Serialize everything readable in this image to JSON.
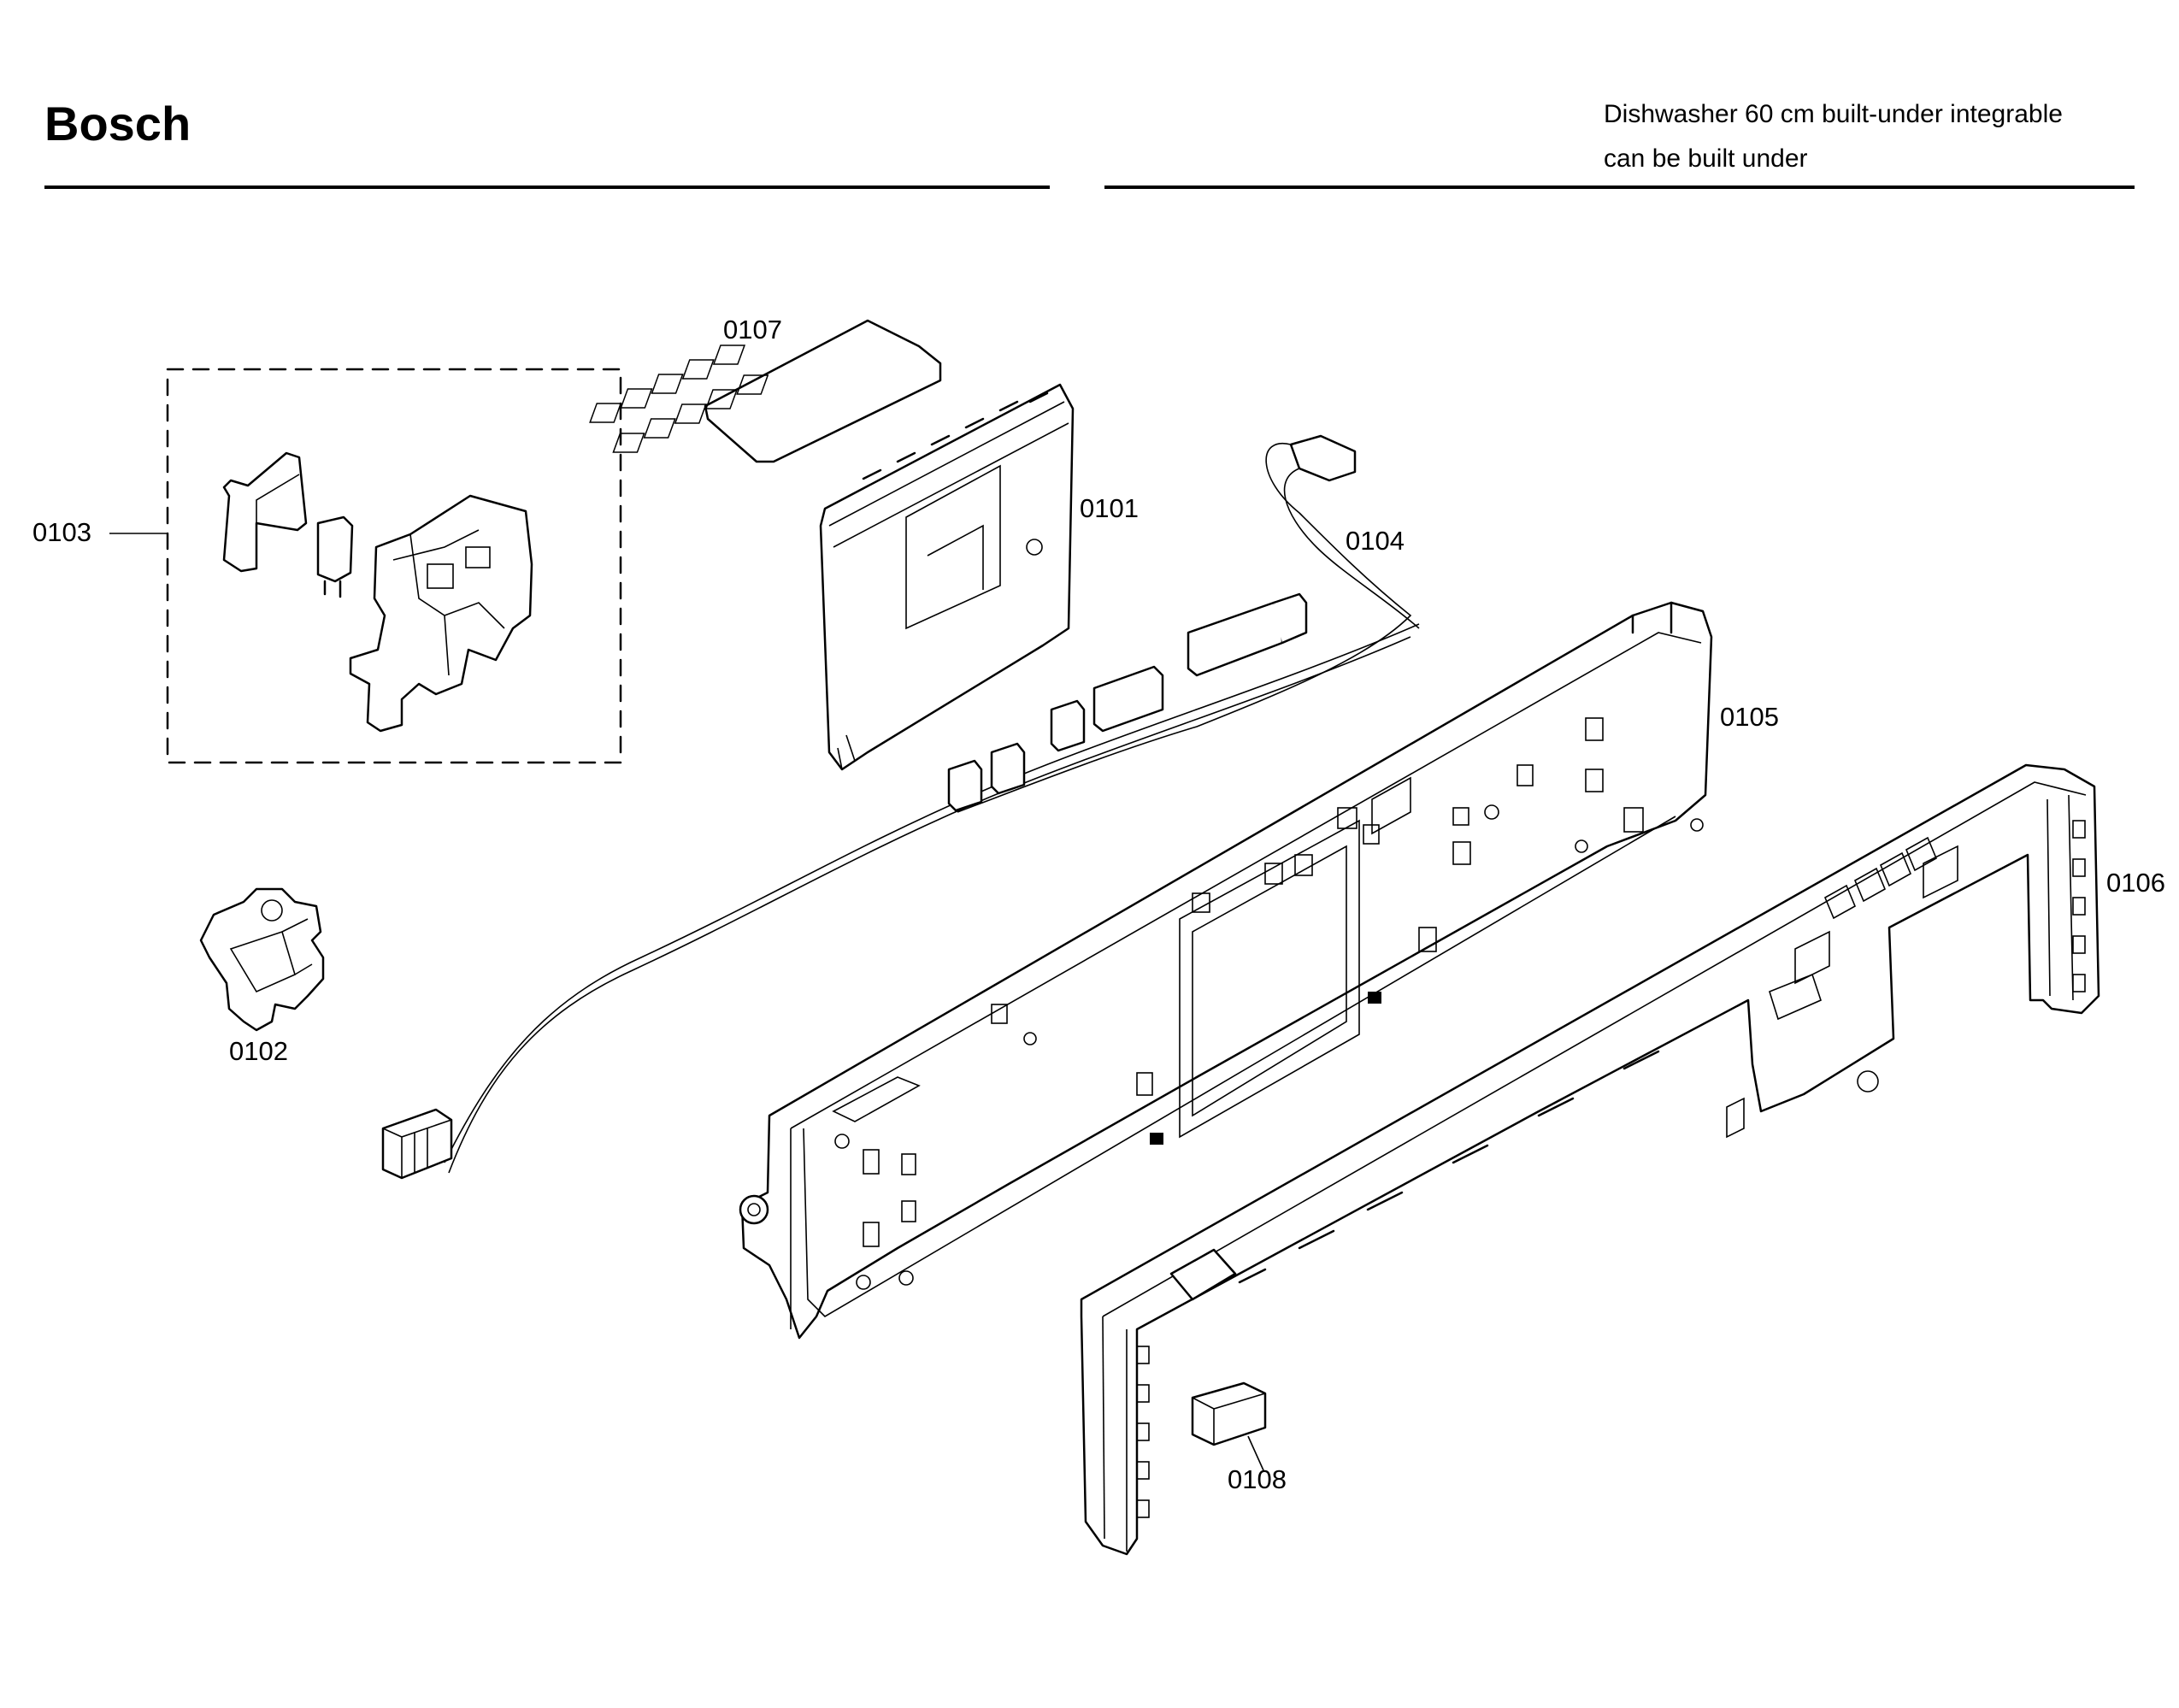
{
  "header": {
    "brand": "Bosch",
    "subtitle_line1": "Dishwasher 60 cm built-under integrable",
    "subtitle_line2": "can be built under"
  },
  "parts": [
    {
      "id": "0101",
      "label": "0101"
    },
    {
      "id": "0102",
      "label": "0102"
    },
    {
      "id": "0103",
      "label": "0103"
    },
    {
      "id": "0104",
      "label": "0104"
    },
    {
      "id": "0105",
      "label": "0105"
    },
    {
      "id": "0106",
      "label": "0106"
    },
    {
      "id": "0107",
      "label": "0107"
    },
    {
      "id": "0108",
      "label": "0108"
    }
  ]
}
